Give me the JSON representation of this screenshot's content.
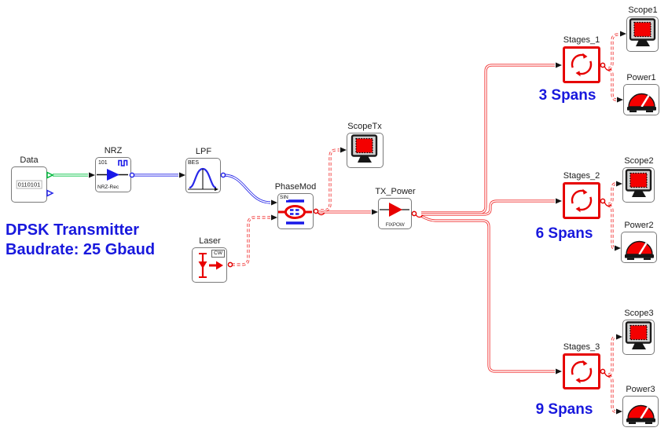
{
  "title": {
    "line1": "DPSK Transmitter",
    "line2": "Baudrate: 25 Gbaud"
  },
  "colors": {
    "annotation_blue": "#1818dd",
    "signal_red": "#f03030",
    "signal_blue": "#2525e8",
    "signal_green": "#00c040",
    "icon_red": "#ee0000"
  },
  "icons": {
    "scope": "crt-monitor-icon",
    "power_meter": "analog-gauge-icon",
    "stages": "recirculating-loop-icon",
    "laser": "laser-diode-icon",
    "txpower": "amplifier-icon",
    "nrz": "nrz-coder-icon",
    "lpf": "lowpass-filter-icon",
    "phasemod": "phase-modulator-icon"
  },
  "blocks": {
    "data": {
      "label": "Data",
      "pattern": "0110101"
    },
    "nrz": {
      "label": "NRZ",
      "bits": "101",
      "type_tag": "NRZ-Rec"
    },
    "lpf": {
      "label": "LPF",
      "filter_tag": "BES"
    },
    "phasemod": {
      "label": "PhaseMod",
      "drive_tag": "SIN"
    },
    "laser": {
      "label": "Laser",
      "mode_tag": "CW"
    },
    "scopetx": {
      "label": "ScopeTx"
    },
    "txpower": {
      "label": "TX_Power",
      "mode_tag": "FIXPOW"
    },
    "stages1": {
      "label": "Stages_1",
      "span_note": "3 Spans"
    },
    "scope1": {
      "label": "Scope1"
    },
    "power1": {
      "label": "Power1"
    },
    "stages2": {
      "label": "Stages_2",
      "span_note": "6 Spans"
    },
    "scope2": {
      "label": "Scope2"
    },
    "power2": {
      "label": "Power2"
    },
    "stages3": {
      "label": "Stages_3",
      "span_note": "9 Spans"
    },
    "scope3": {
      "label": "Scope3"
    },
    "power3": {
      "label": "Power3"
    }
  }
}
